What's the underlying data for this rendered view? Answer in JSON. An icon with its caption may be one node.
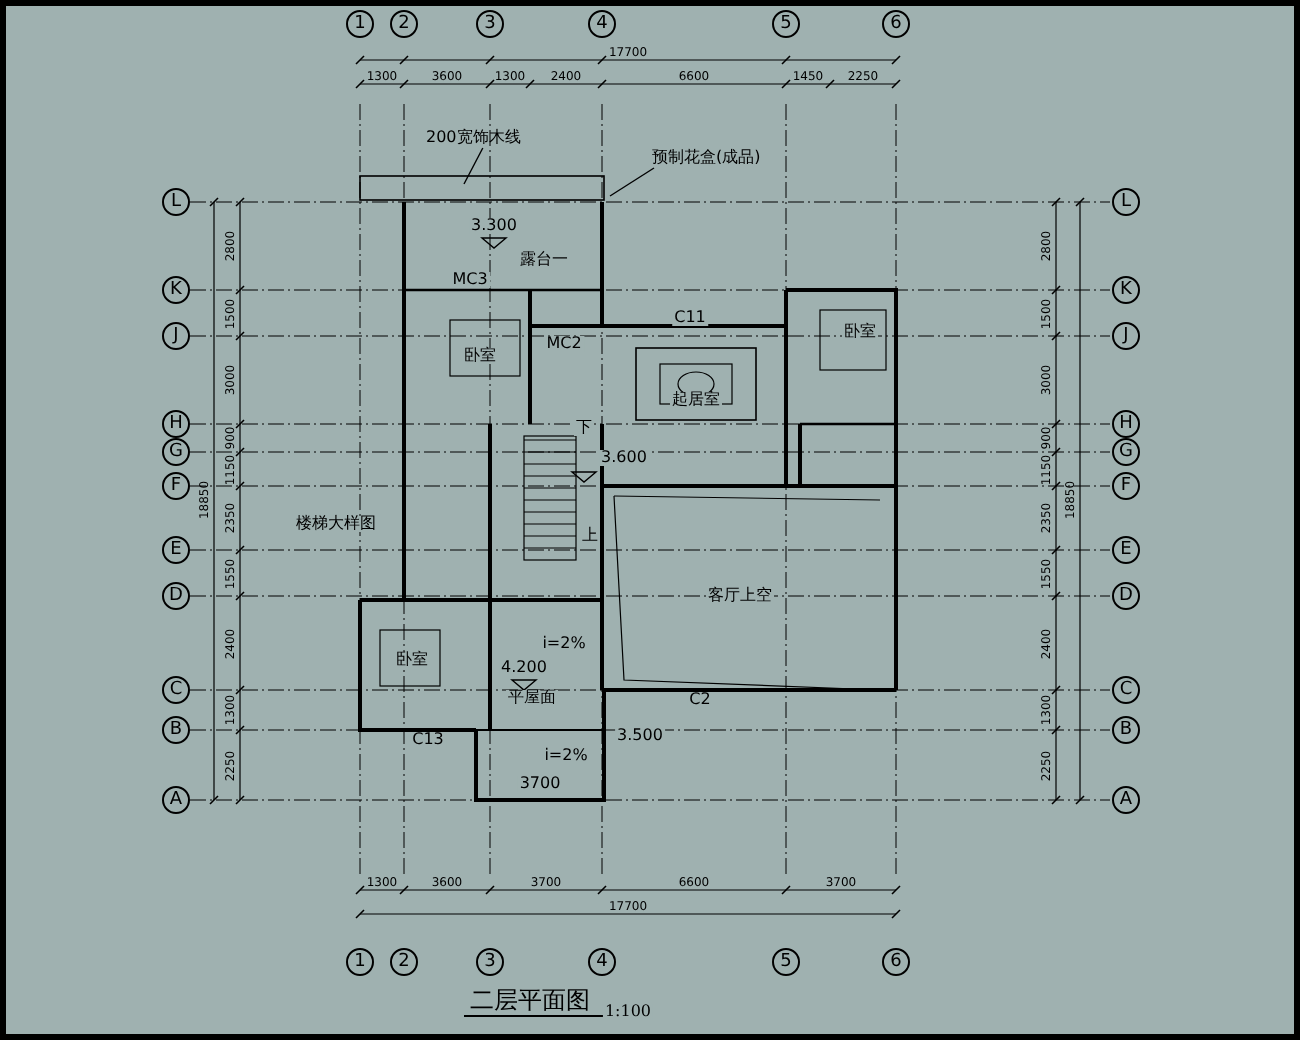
{
  "diagram": {
    "title": "二层平面图",
    "nodes": [
      {
        "text": [
          "200宽饰木线"
        ]
      },
      {
        "text": [
          "预制花盒(成品)"
        ]
      }
    ],
    "edges": [
      {
        "from": 0,
        "to": null,
        "arrow": "none"
      },
      {
        "from": 1,
        "to": null,
        "arrow": "none"
      }
    ],
    "labels": [
      "1",
      "2",
      "3",
      "4",
      "5",
      "6",
      "17700",
      "1300",
      "3600",
      "1300",
      "2400",
      "6600",
      "1450",
      "2250",
      "L",
      "K",
      "J",
      "H",
      "G",
      "F",
      "E",
      "D",
      "C",
      "B",
      "A",
      "18850",
      "2800",
      "1500",
      "3000",
      "900",
      "1150",
      "2350",
      "1550",
      "2400",
      "1300",
      "2250",
      "L",
      "K",
      "J",
      "H",
      "G",
      "F",
      "E",
      "D",
      "C",
      "B",
      "A",
      "18850",
      "2800",
      "1500",
      "3000",
      "900",
      "1150",
      "2350",
      "1550",
      "2400",
      "1300",
      "2250",
      "露台一",
      "3.300",
      "MC3",
      "卧室",
      "MC2",
      "C11",
      "卧室",
      "起居室",
      "下",
      "3.600",
      "楼梯大样图",
      "上",
      "客厅上空",
      "卧室",
      "4.200",
      "i=2%",
      "平屋面",
      "C2",
      "C13",
      "3.500",
      "i=2%",
      "3700",
      "1300",
      "3600",
      "3700",
      "6600",
      "3700",
      "17700",
      "1",
      "2",
      "3",
      "4",
      "5",
      "6",
      "1:100"
    ]
  }
}
